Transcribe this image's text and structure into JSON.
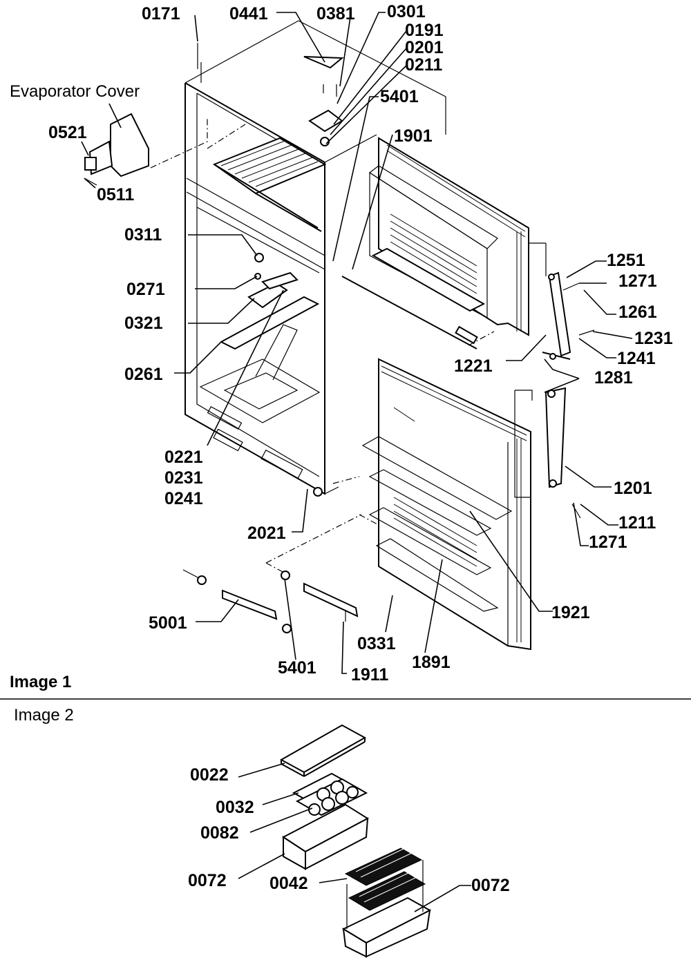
{
  "sections": [
    {
      "id": "image1",
      "caption": "Image 1"
    },
    {
      "id": "image2",
      "caption": "Image 2"
    }
  ],
  "annotation": {
    "evaporator_cover": "Evaporator Cover"
  },
  "part_labels": [
    "0171",
    "0441",
    "0381",
    "0301",
    "0191",
    "0201",
    "0211",
    "5401",
    "1901",
    "0521",
    "0511",
    "0311",
    "0271",
    "0321",
    "0261",
    "0221",
    "0231",
    "0241",
    "2021",
    "1251",
    "1271",
    "1261",
    "1231",
    "1241",
    "1221",
    "1281",
    "1201",
    "1211",
    "1271",
    "1921",
    "5001",
    "5401",
    "1911",
    "0331",
    "1891",
    "0022",
    "0032",
    "0082",
    "0072",
    "0042",
    "0072"
  ]
}
